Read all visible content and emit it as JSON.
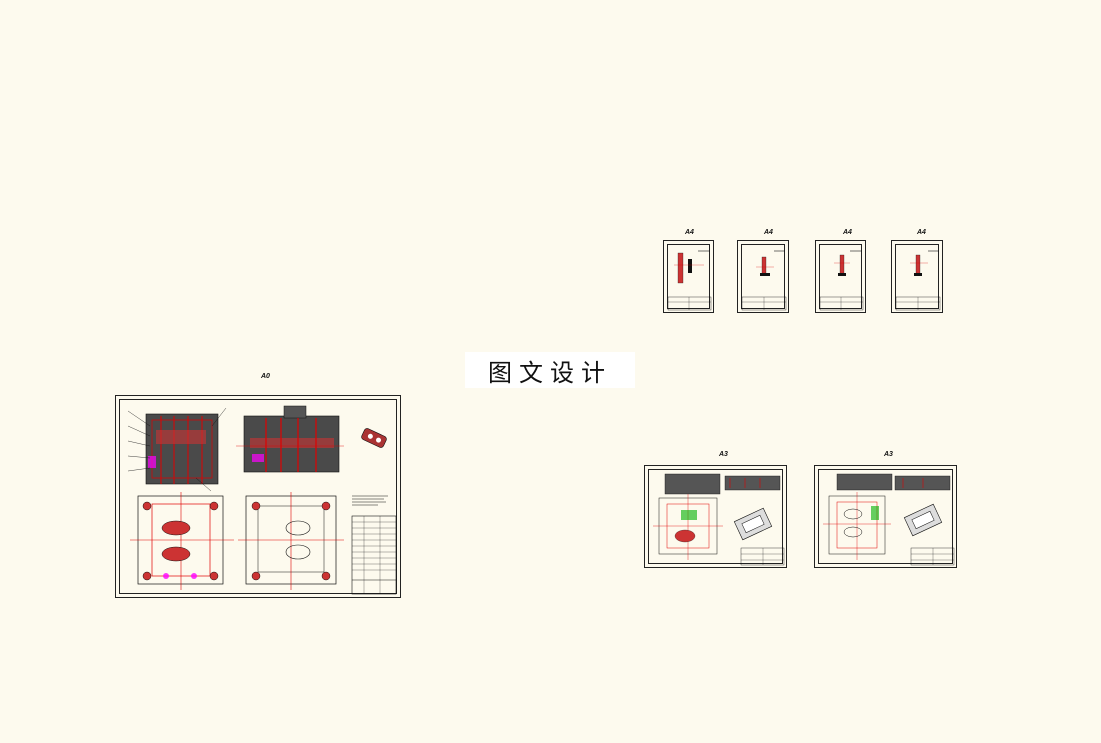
{
  "watermark": {
    "text": "图文设计"
  },
  "sheets": {
    "main_assembly": {
      "label": "A0"
    },
    "small_1": {
      "label": "A4"
    },
    "small_2": {
      "label": "A4"
    },
    "small_3": {
      "label": "A4"
    },
    "small_4": {
      "label": "A4"
    },
    "mid_1": {
      "label": "A3"
    },
    "mid_2": {
      "label": "A3"
    }
  },
  "colors": {
    "background": "#fdfaee",
    "line": "#222222",
    "accent_red": "#e00000",
    "accent_green": "#00b000",
    "accent_magenta": "#ff00ff"
  }
}
